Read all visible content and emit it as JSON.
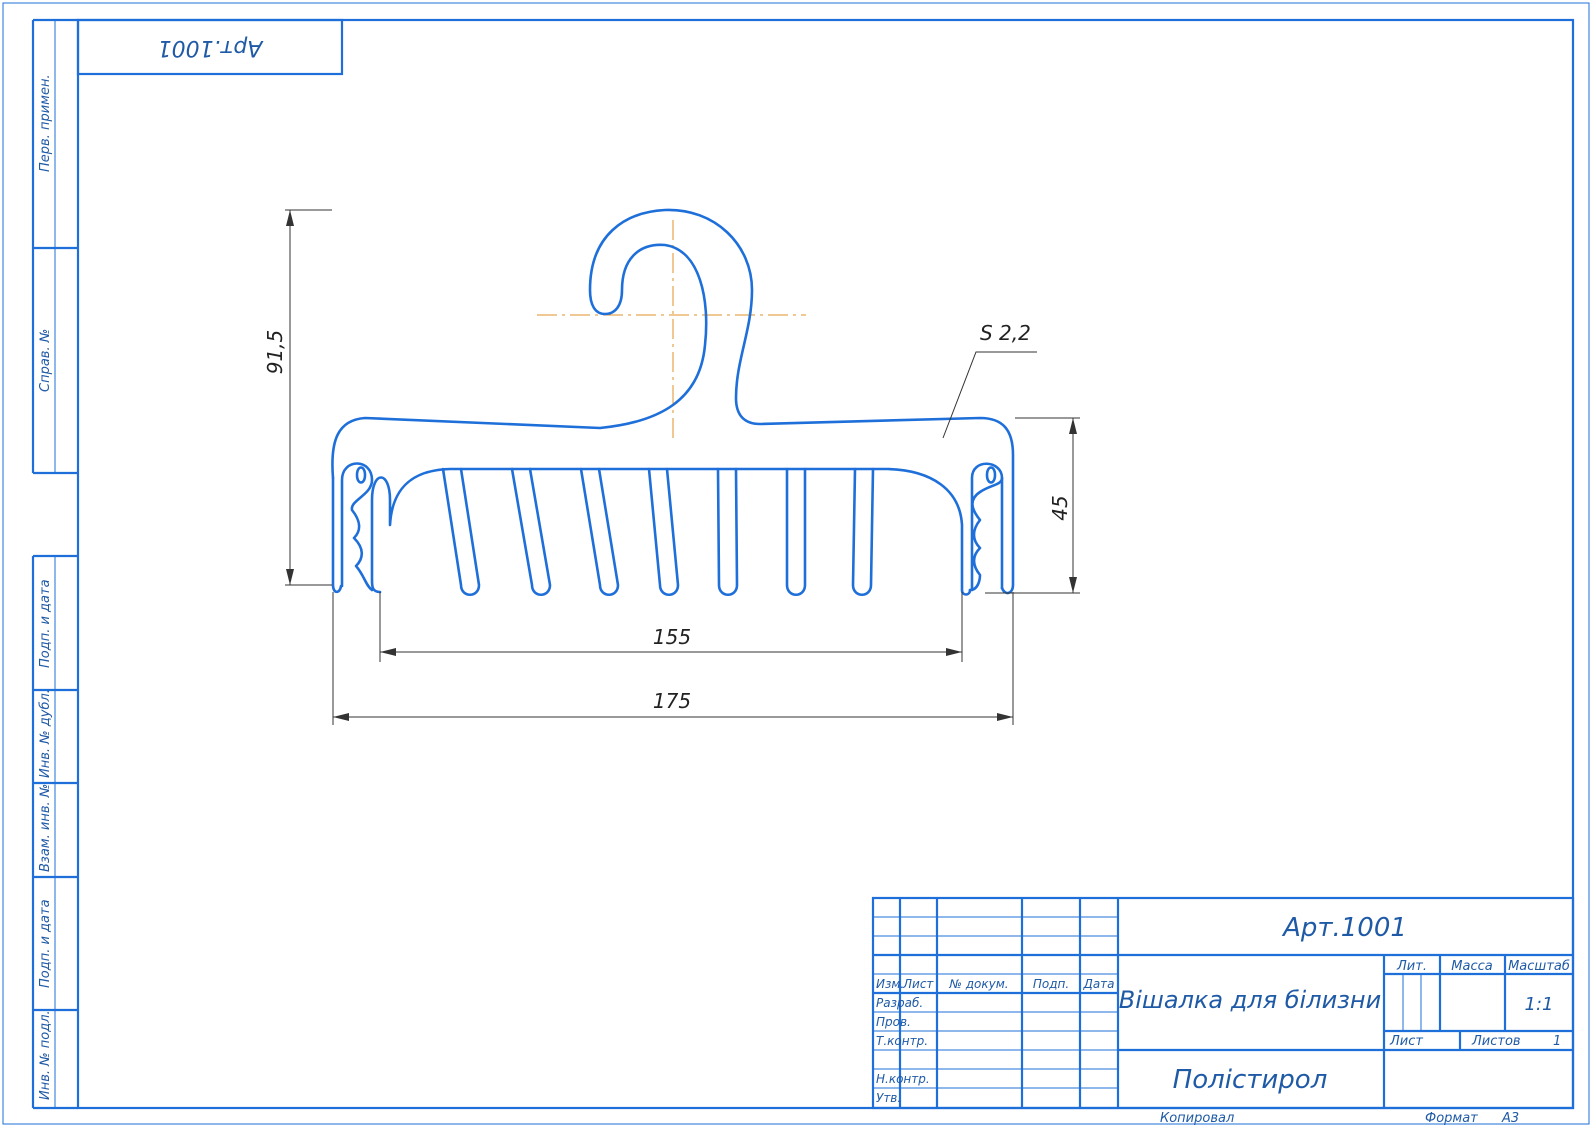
{
  "sheet": {
    "article_stamp": "Арт.1001",
    "side_labels": {
      "perv_primen": "Перв. примен.",
      "sprav_no": "Справ. №",
      "podp_data_1": "Подп. и дата",
      "inv_dubl": "Инв. № дубл.",
      "vzam_inv": "Взам. инв. №",
      "podp_data_2": "Подп. и дата",
      "inv_podl": "Инв. № подл."
    }
  },
  "drawing": {
    "dims": {
      "height_total": "91,5",
      "height_base": "45",
      "width_inner": "155",
      "width_outer": "175",
      "thickness": "S 2,2"
    }
  },
  "title_block": {
    "designation": "Арт.1001",
    "name": "Вішалка для білизни",
    "material": "Полістирол",
    "cols": {
      "izm": "Изм.",
      "list": "Лист",
      "doc": "№ докум.",
      "podp": "Подп.",
      "data": "Дата"
    },
    "rows": {
      "razrab": "Разраб.",
      "prov": "Пров.",
      "tkontr": "Т.контр.",
      "nkontr": "Н.контр.",
      "utv": "Утв."
    },
    "lit": "Лит.",
    "massa": "Масса",
    "masshtab": "Масштаб",
    "scale": "1:1",
    "list_label": "Лист",
    "listov_label": "Листов",
    "listov_value": "1"
  },
  "footer": {
    "kopiroval": "Копировал",
    "format_label": "Формат",
    "format_value": "А3"
  }
}
